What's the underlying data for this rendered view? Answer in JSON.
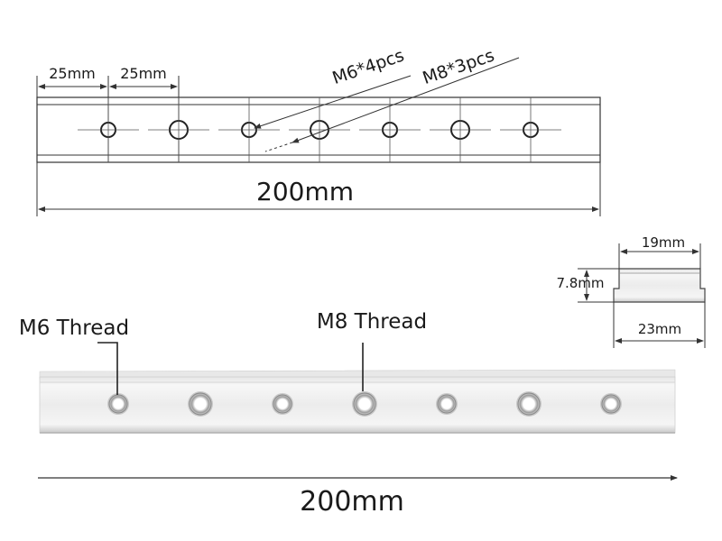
{
  "top_drawing": {
    "spacing_label_1": "25mm",
    "spacing_label_2": "25mm",
    "m6_callout": "M6*4pcs",
    "m8_callout": "M8*3pcs",
    "length_label": "200mm",
    "holes": [
      {
        "type": "M6"
      },
      {
        "type": "M8"
      },
      {
        "type": "M6"
      },
      {
        "type": "M8"
      },
      {
        "type": "M6"
      },
      {
        "type": "M8"
      },
      {
        "type": "M6"
      }
    ]
  },
  "profile": {
    "top_width": "19mm",
    "height": "7.8mm",
    "bottom_width": "23mm"
  },
  "photo": {
    "m6_thread_label": "M6 Thread",
    "m8_thread_label": "M8 Thread",
    "length_label": "200mm"
  },
  "colors": {
    "line": "#333333",
    "text": "#1a1a1a",
    "aluminium_light": "#f4f4f4",
    "aluminium_mid": "#dcdcdc",
    "aluminium_dark": "#b8b8b8"
  }
}
